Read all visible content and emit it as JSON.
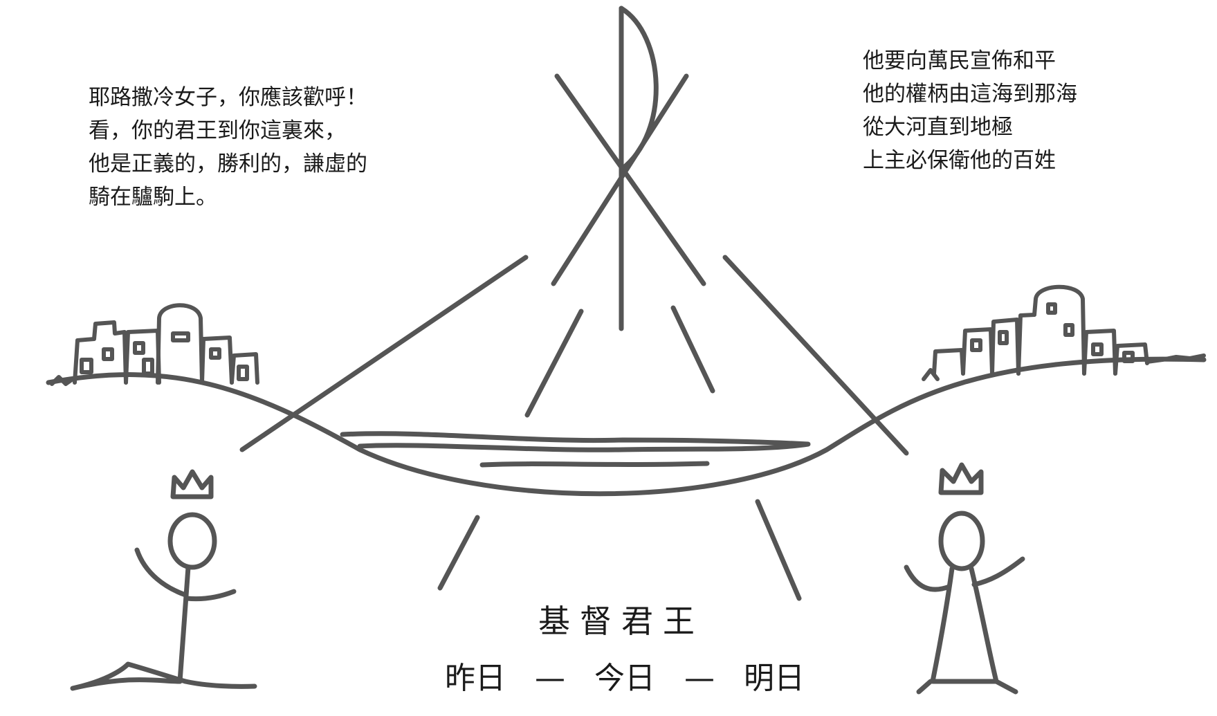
{
  "verse_left": [
    "耶路撒冷女子，你應該歡呼！",
    "看，你的君王到你這裏來，",
    "他是正義的，勝利的，謙虛的",
    "騎在驢駒上。"
  ],
  "verse_right": [
    "他要向萬民宣佈和平",
    "他的權柄由這海到那海",
    "從大河直到地極",
    "上主必保衛他的百姓"
  ],
  "title": "基督君王",
  "time_line": {
    "yesterday": "昨日",
    "dash": "—",
    "today": "今日",
    "tomorrow": "明日"
  },
  "colors": {
    "ink": "#1a1a1a",
    "stroke": "#555555",
    "background": "#ffffff"
  }
}
